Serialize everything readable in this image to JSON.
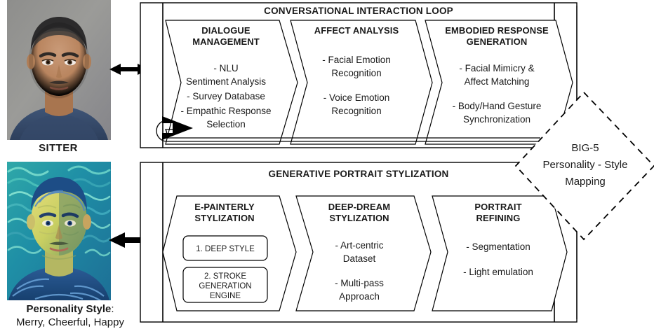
{
  "left_column": {
    "sitter": {
      "caption": "SITTER",
      "image_name": "sitter-photograph"
    },
    "stylized": {
      "caption_label": "Personality Style",
      "caption_colon": ":",
      "caption_value": "Merry, Cheerful, Happy",
      "image_name": "stylized-portrait"
    },
    "arrow_top_name": "bidirectional-arrow",
    "arrow_bottom_name": "left-arrow"
  },
  "top_block": {
    "title": "CONVERSATIONAL INTERACTION LOOP",
    "stages": [
      {
        "title_line1": "DIALOGUE",
        "title_line2": "MANAGEMENT",
        "items": [
          "- NLU",
          "Sentiment Analysis",
          "- Survey Database",
          "- Empathic Response",
          "Selection"
        ]
      },
      {
        "title_line1": "AFFECT ANALYSIS",
        "title_line2": "",
        "items": [
          "- Facial Emotion",
          "Recognition",
          "- Voice Emotion",
          "Recognition"
        ]
      },
      {
        "title_line1": "EMBODIED RESPONSE",
        "title_line2": "GENERATION",
        "items": [
          "- Facial Mimicry &",
          "Affect Matching",
          "- Body/Hand Gesture",
          "Synchronization"
        ]
      }
    ],
    "feedback_loop_name": "feedback-loop-arrow"
  },
  "bottom_block": {
    "title": "GENERATIVE PORTRAIT STYLIZATION",
    "stages": [
      {
        "title_line1": "E-PAINTERLY",
        "title_line2": "STYLIZATION",
        "boxes": [
          {
            "lines": [
              "1. DEEP STYLE"
            ]
          },
          {
            "lines": [
              "2. STROKE",
              "GENERATION",
              "ENGINE"
            ]
          }
        ],
        "items": []
      },
      {
        "title_line1": "DEEP-DREAM",
        "title_line2": "STYLIZATION",
        "items": [
          "- Art-centric",
          "Dataset",
          "- Multi-pass",
          "Approach"
        ]
      },
      {
        "title_line1": "PORTRAIT",
        "title_line2": "REFINING",
        "items": [
          "- Segmentation",
          "- Light emulation"
        ]
      }
    ]
  },
  "mapping_node": {
    "line1": "BIG-5",
    "line2": "Personality - Style",
    "line3": "Mapping",
    "style": "dashed-diamond"
  },
  "colors": {
    "stroke": "#000000",
    "background": "#ffffff",
    "text": "#1a1a1a"
  }
}
